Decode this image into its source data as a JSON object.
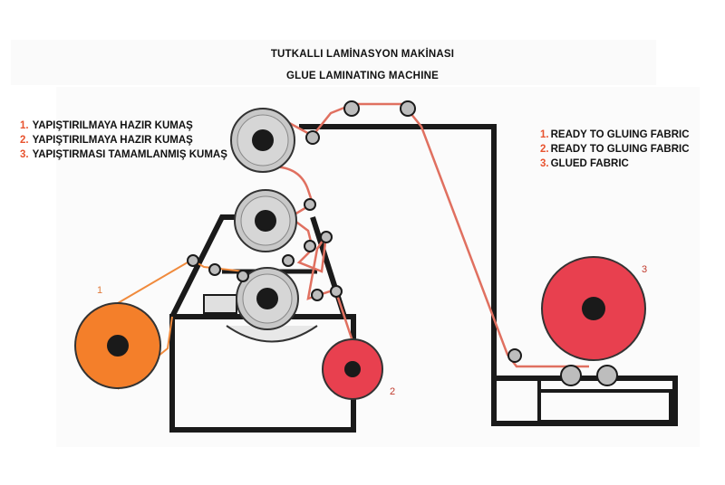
{
  "title": {
    "tr": "TUTKALLI LAMİNASYON MAKİNASI",
    "en": "GLUE LAMINATING MACHINE"
  },
  "legend_tr": [
    {
      "num": "1.",
      "text": "YAPIŞTIRILMAYA HAZIR KUMAŞ"
    },
    {
      "num": "2.",
      "text": "YAPIŞTIRILMAYA HAZIR KUMAŞ"
    },
    {
      "num": "3.",
      "text": "YAPIŞTIRMASI TAMAMLANMIŞ KUMAŞ"
    }
  ],
  "legend_en": [
    {
      "num": "1.",
      "text": "READY TO GLUING FABRIC"
    },
    {
      "num": "2.",
      "text": "READY TO GLUING FABRIC"
    },
    {
      "num": "3.",
      "text": "GLUED FABRIC"
    }
  ],
  "roll_labels": {
    "roll1": "1",
    "roll2": "2",
    "roll3": "3"
  },
  "colors": {
    "roll1": "#f47f2a",
    "roll2": "#e8404f",
    "roll3": "#e8404f",
    "fabric_path": "#e07060",
    "orange_path": "#f08a3c",
    "frame": "#1a1a1a",
    "cylinder": "#c8c8c8"
  }
}
